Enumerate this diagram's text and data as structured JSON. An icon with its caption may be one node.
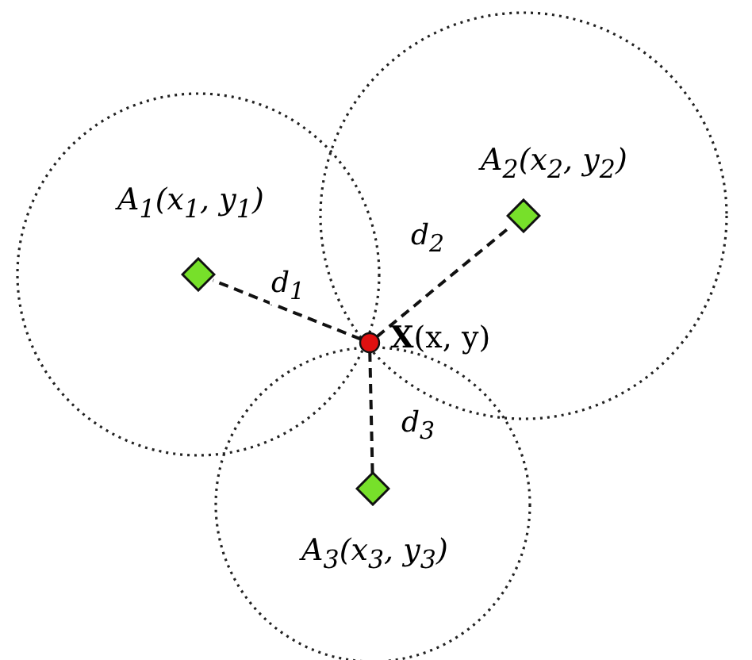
{
  "diagram": {
    "nodes": [
      {
        "text": [
          "A$_{1}$(x$_{1}$, y$_{1}$)"
        ]
      },
      {
        "text": [
          "A$_{2}$(x$_{2}$, y$_{2}$)"
        ]
      },
      {
        "text": [
          "**X**(x, y)"
        ]
      },
      {
        "text": [
          "A$_{3}$(x$_{3}$, y$_{3}$)"
        ]
      }
    ],
    "edges": [
      {
        "from": 2,
        "to": 0,
        "arrow": "none",
        "style": "dashed",
        "label": "d$_{1}$"
      },
      {
        "from": 2,
        "to": 1,
        "arrow": "none",
        "style": "dashed",
        "label": "d$_{2}$"
      },
      {
        "from": 2,
        "to": 3,
        "arrow": "none",
        "style": "dashed",
        "label": "d$_{3}$"
      }
    ]
  }
}
